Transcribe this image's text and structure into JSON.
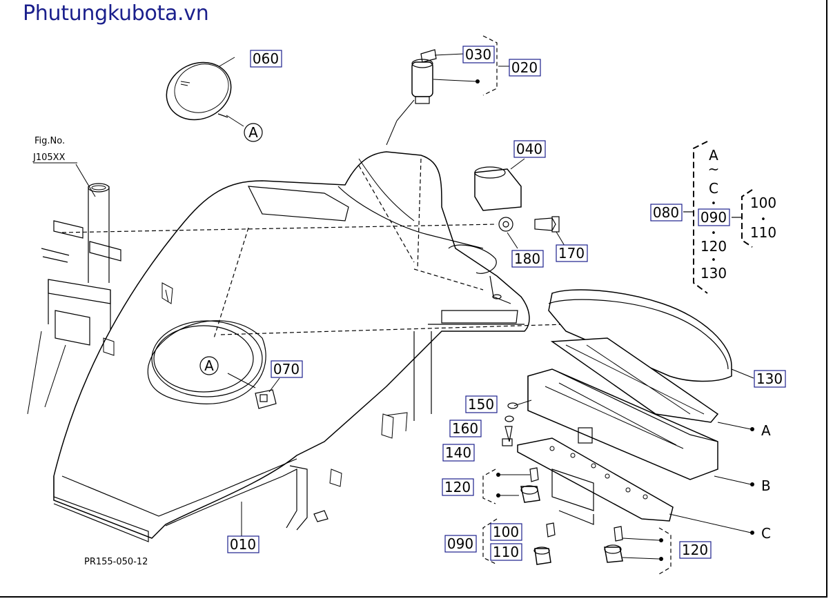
{
  "site": {
    "title": "Phutungkubota.vn"
  },
  "figure": {
    "fig_no_label": "Fig.No.",
    "fig_no_value": "J105XX",
    "reference": "PR155-050-12"
  },
  "parts": {
    "p010": "010",
    "p020": "020",
    "p030": "030",
    "p040": "040",
    "p060": "060",
    "p070": "070",
    "p080": "080",
    "p090": "090",
    "p090b": "090",
    "p100": "100",
    "p110": "110",
    "p120a": "120",
    "p120b": "120",
    "p130": "130",
    "p140": "140",
    "p150": "150",
    "p160": "160",
    "p170": "170",
    "p180": "180"
  },
  "group": {
    "a_to_c_top": "A",
    "tilde": "~",
    "a_to_c_bottom": "C",
    "item_120": "120",
    "item_130": "130",
    "item_100": "100",
    "item_110": "110",
    "item_100b": "100",
    "item_110b": "110",
    "bullet": "•"
  },
  "refs": {
    "a1": "A",
    "a2": "A",
    "ref_a": "A",
    "ref_b": "B",
    "ref_c": "C"
  }
}
